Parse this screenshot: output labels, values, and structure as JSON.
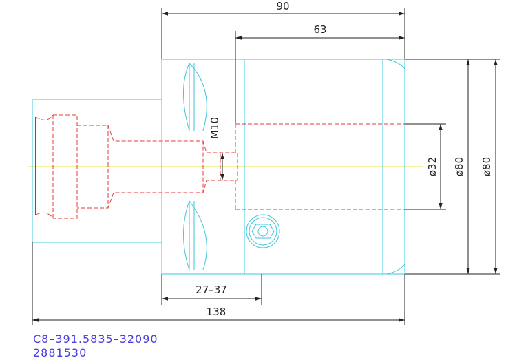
{
  "dimensions": {
    "overall_length_top": "90",
    "bore_depth": "63",
    "thread": "M10",
    "bore_diameter": "ø32",
    "outer_diameter_inner": "ø80",
    "outer_diameter_outer": "ø80",
    "gauge_range": "27–37",
    "total_length": "138"
  },
  "caption": {
    "part_number": "C8–391.5835–32090",
    "item_code": "2881530"
  },
  "colors": {
    "outline": "#3cc6dc",
    "hidden_lines": "#ea3a3a",
    "dimension": "#222222",
    "centerline": "#e8e23a",
    "caption": "#4a3de0"
  }
}
